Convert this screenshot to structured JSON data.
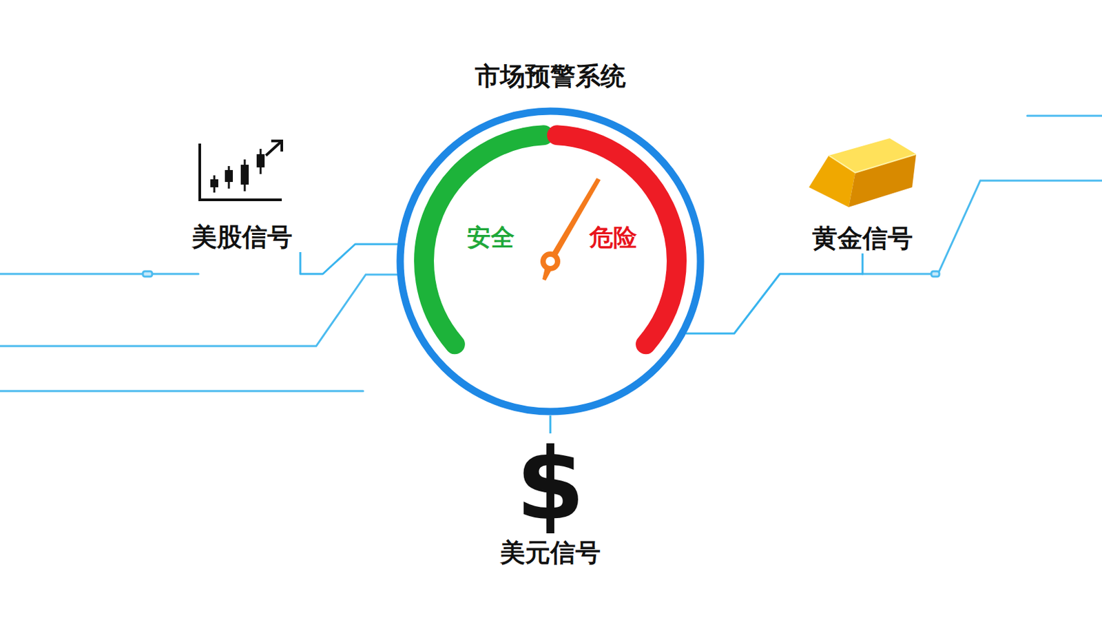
{
  "diagram": {
    "title": "市场预警系统",
    "nodes": [
      {
        "text": [
          "安全",
          "危险"
        ]
      },
      {
        "text": [
          "美股信号"
        ]
      },
      {
        "text": [
          "黄金信号"
        ]
      },
      {
        "text": [
          "$",
          "美元信号"
        ]
      }
    ],
    "edges": [
      {
        "from": 1,
        "to": 0,
        "arrow": "none"
      },
      {
        "from": 0,
        "to": 2,
        "arrow": "none"
      },
      {
        "from": 0,
        "to": 3,
        "arrow": "none"
      }
    ]
  }
}
